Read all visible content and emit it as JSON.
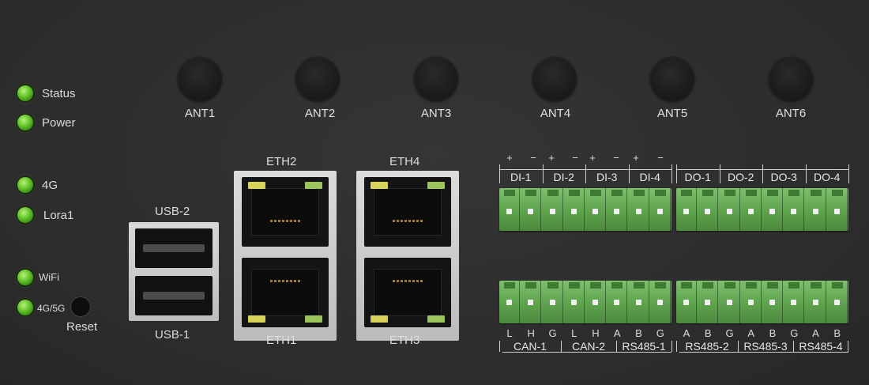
{
  "leds": [
    {
      "label": "Status"
    },
    {
      "label": "Power"
    },
    {
      "label": "4G"
    },
    {
      "label": "Lora1"
    },
    {
      "label": "WiFi"
    },
    {
      "label": "4G/5G"
    }
  ],
  "reset_label": "Reset",
  "antennas": [
    "ANT1",
    "ANT2",
    "ANT3",
    "ANT4",
    "ANT5",
    "ANT6"
  ],
  "usb": {
    "top_label": "USB-2",
    "bottom_label": "USB-1"
  },
  "eth": {
    "left_top": "ETH2",
    "left_bottom": "ETH1",
    "right_top": "ETH4",
    "right_bottom": "ETH3"
  },
  "di_signs": [
    "+",
    "−",
    "+",
    "−",
    "+",
    "−",
    "+",
    "−"
  ],
  "di_groups": [
    "DI-1",
    "DI-2",
    "DI-3",
    "DI-4"
  ],
  "do_groups": [
    "DO-1",
    "DO-2",
    "DO-3",
    "DO-4"
  ],
  "bottom_pins_left": [
    "L",
    "H",
    "G",
    "L",
    "H",
    "A",
    "B",
    "G"
  ],
  "bottom_pins_right": [
    "A",
    "B",
    "G",
    "A",
    "B",
    "G",
    "A",
    "B"
  ],
  "bottom_groups_left": [
    "CAN-1",
    "CAN-2",
    "RS485-1"
  ],
  "bottom_groups_right": [
    "RS485-2",
    "RS485-3",
    "RS485-4"
  ],
  "colors": {
    "led_green": "#5fc127",
    "terminal_green": "#5ea24d",
    "panel": "#2e2e2e"
  }
}
